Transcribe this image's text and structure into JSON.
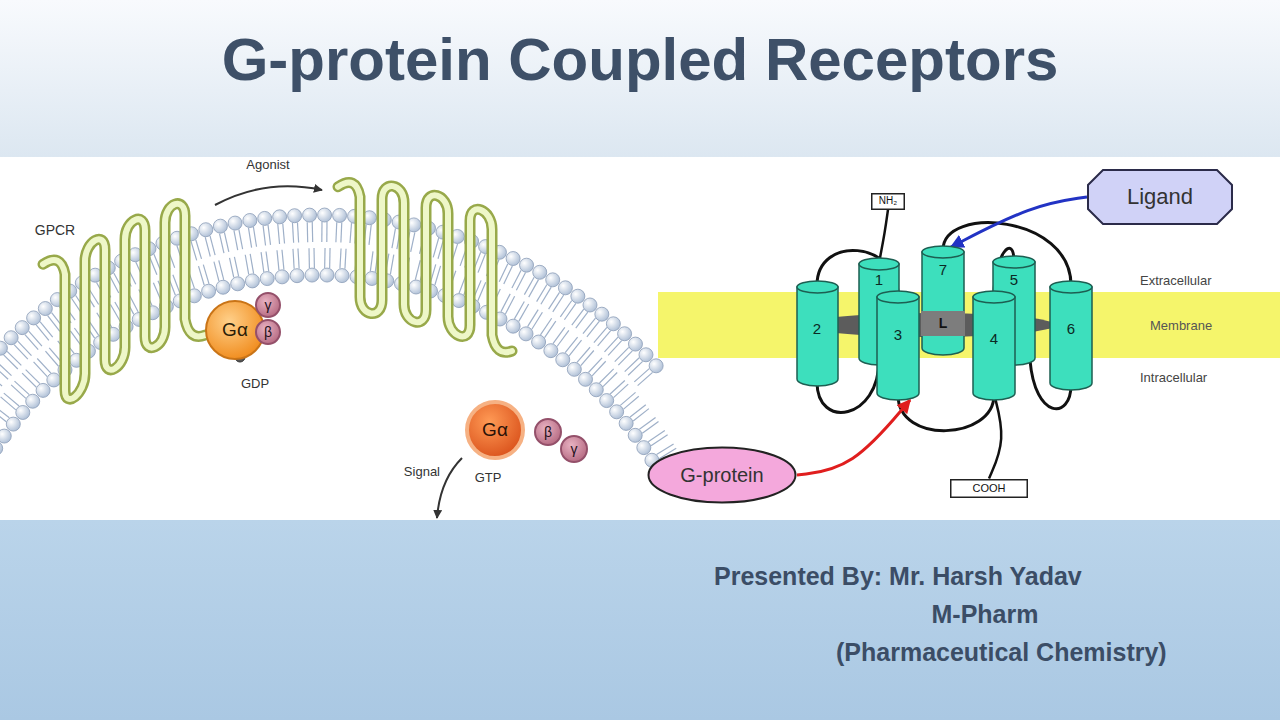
{
  "diagram": {
    "title": "G-protein Coupled Receptors",
    "nodes": [
      {
        "text": [
          "Gα"
        ]
      },
      {
        "text": [
          "γ"
        ]
      },
      {
        "text": [
          "β"
        ]
      },
      {
        "text": [
          "Gα"
        ]
      },
      {
        "text": [
          "β"
        ]
      },
      {
        "text": [
          "γ"
        ]
      },
      {
        "text": [
          "NH₂"
        ]
      },
      {
        "text": [
          "Ligand"
        ]
      },
      {
        "text": [
          "1"
        ]
      },
      {
        "text": [
          "7"
        ]
      },
      {
        "text": [
          "5"
        ]
      },
      {
        "text": [
          "2"
        ]
      },
      {
        "text": [
          "3"
        ]
      },
      {
        "text": [
          "L"
        ]
      },
      {
        "text": [
          "4"
        ]
      },
      {
        "text": [
          "6"
        ]
      },
      {
        "text": [
          "G-protein"
        ]
      },
      {
        "text": [
          "COOH"
        ]
      }
    ],
    "edges": [
      {
        "from": 7,
        "to": 9,
        "arrow": "to"
      },
      {
        "from": 16,
        "to": 12,
        "arrow": "to"
      },
      {
        "from": 6,
        "to": 8,
        "arrow": "none"
      },
      {
        "from": 14,
        "to": 17,
        "arrow": "none"
      }
    ],
    "labels": [
      "Agonist",
      "GPCR",
      "GDP",
      "GTP",
      "Signal",
      "Extracellular",
      "Membrane",
      "Intracellular",
      "Presented By: Mr. Harsh Yadav",
      "M-Pharm",
      "(Pharmaceutical Chemistry)"
    ]
  }
}
